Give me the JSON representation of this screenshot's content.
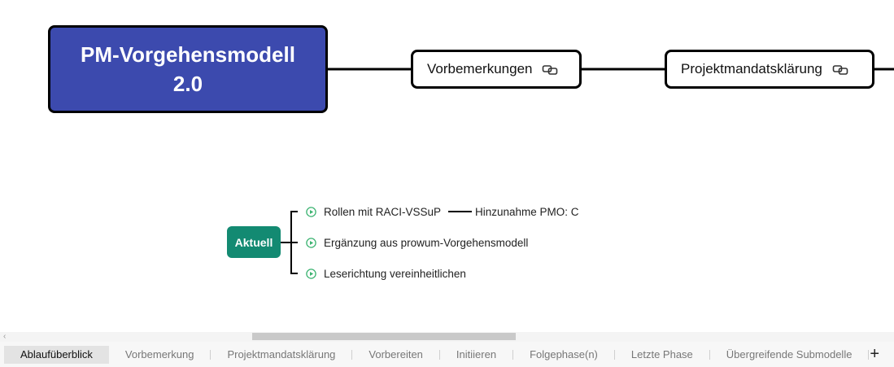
{
  "mindmap": {
    "root_title": "PM-Vorgehensmodell 2.0",
    "nodes": [
      {
        "label": "Vorbemerkungen",
        "icon": "link-icon"
      },
      {
        "label": "Projektmandatsklärung",
        "icon": "link-icon"
      }
    ],
    "group": {
      "label": "Aktuell",
      "items": [
        {
          "label": "Rollen mit RACI-VSSuP",
          "child": "Hinzunahme PMO: C"
        },
        {
          "label": "Ergänzung aus prowum-Vorgehensmodell"
        },
        {
          "label": "Leserichtung vereinheitlichen"
        }
      ]
    }
  },
  "colors": {
    "root_bg": "#3c4aae",
    "group_bg": "#138a72",
    "play_icon": "#3cb371"
  },
  "tabs": [
    {
      "label": "Ablaufüberblick",
      "active": true
    },
    {
      "label": "Vorbemerkung"
    },
    {
      "label": "Projektmandatsklärung"
    },
    {
      "label": "Vorbereiten"
    },
    {
      "label": "Initiieren"
    },
    {
      "label": "Folgephase(n)"
    },
    {
      "label": "Letzte Phase"
    },
    {
      "label": "Übergreifende Submodelle"
    }
  ],
  "add_tab_label": "+"
}
